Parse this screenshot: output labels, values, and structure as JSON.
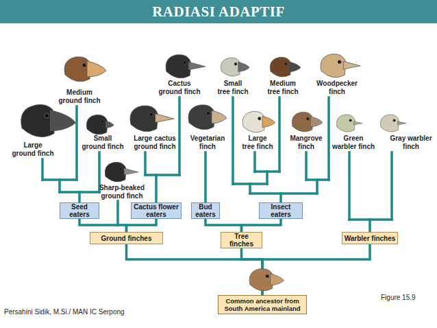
{
  "diagram": {
    "title": "RADIASI ADAPTIF",
    "nodes": [
      {
        "text": [
          "Seed eaters"
        ]
      },
      {
        "text": [
          "Cactus flower eaters"
        ]
      },
      {
        "text": [
          "Bud eaters"
        ]
      },
      {
        "text": [
          "Insect eaters"
        ]
      },
      {
        "text": [
          "Ground finches"
        ]
      },
      {
        "text": [
          "Tree finches"
        ]
      },
      {
        "text": [
          "Warbler finches"
        ]
      },
      {
        "text": [
          "Common ancestor from South America mainland"
        ]
      }
    ],
    "edges": [
      {
        "from": 0,
        "to": 4,
        "arrow": "none"
      },
      {
        "from": 1,
        "to": 4,
        "arrow": "none"
      },
      {
        "from": 2,
        "to": 5,
        "arrow": "none"
      },
      {
        "from": 3,
        "to": 5,
        "arrow": "none"
      },
      {
        "from": 7,
        "to": 4,
        "arrow": "none"
      },
      {
        "from": 7,
        "to": 5,
        "arrow": "none"
      },
      {
        "from": 7,
        "to": 6,
        "arrow": "none"
      }
    ],
    "labels": [
      "Cactus ground finch",
      "Small tree finch",
      "Medium tree finch",
      "Woodpecker finch",
      "Medium ground finch",
      "Large ground finch",
      "Small ground finch",
      "Large cactus ground finch",
      "Vegetarian finch",
      "Large tree finch",
      "Mangrove finch",
      "Green warbler finch",
      "Gray warbler finch",
      "Sharp-beaked ground finch",
      "Figure 15.9",
      "Persahini Sidik, M.Si./ MAN IC Serpong"
    ]
  }
}
